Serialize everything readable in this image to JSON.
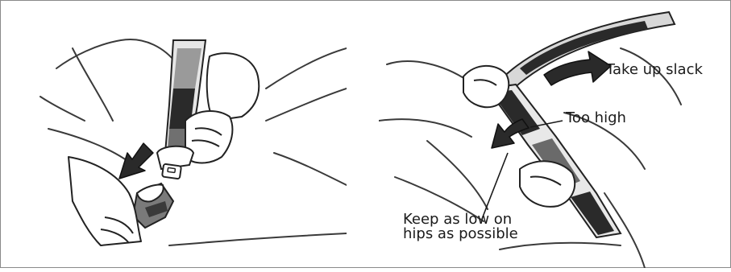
{
  "figure": {
    "left_panel": {
      "illustration": "fastening-seat-belt-buckle"
    },
    "right_panel": {
      "illustration": "adjusting-lap-belt",
      "callouts": {
        "take_up_slack": "Take up slack",
        "too_high": "Too high",
        "keep_low_line1": "Keep as low on",
        "keep_low_line2": "hips as possible"
      }
    }
  }
}
